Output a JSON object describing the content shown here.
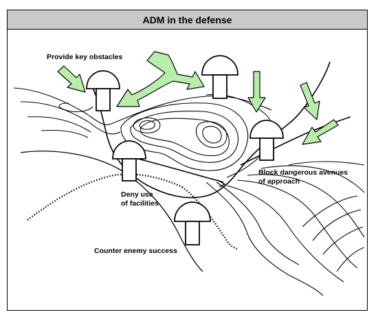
{
  "title": "ADM in the defense",
  "labels": {
    "provide_key_obstacles": "Provide key obstacles",
    "block_line1": "Block dangerous avenues",
    "block_line2": "of approach",
    "deny_line1": "Deny use",
    "deny_line2": "of facilities",
    "counter": "Counter enemy success"
  },
  "colors": {
    "arrow_fill": "#b9eeaa",
    "title_bar": "#c9c9c9",
    "ink": "#000000"
  },
  "icons": {
    "adm_marker": "mushroom-icon",
    "enemy_approach": "arrow-icon"
  }
}
